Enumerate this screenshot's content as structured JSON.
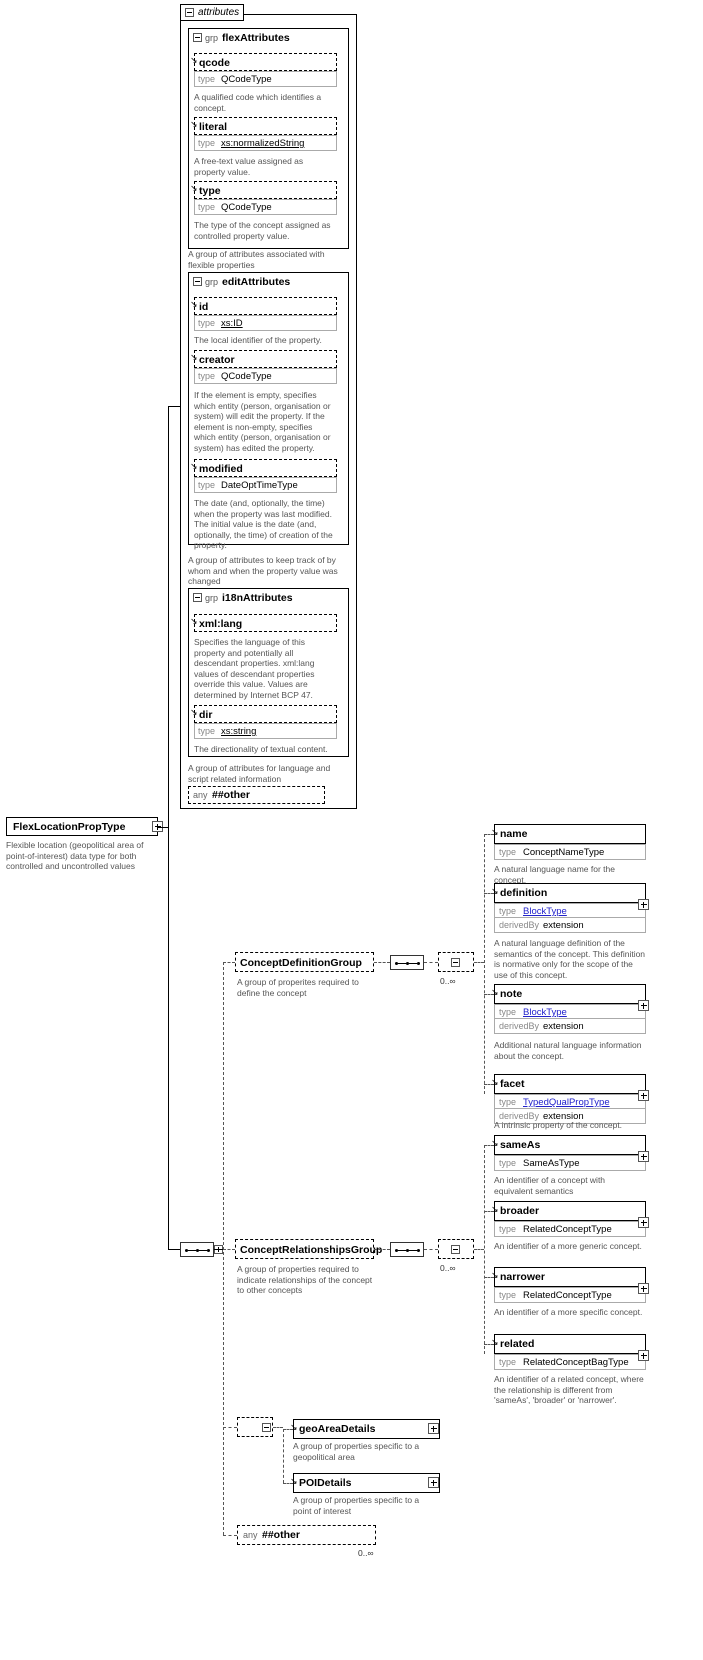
{
  "diagram": {
    "type": "xml-schema-diagram",
    "root": {
      "name": "FlexLocationPropType",
      "description": "Flexible location (geopolitical area of point-of-interest) data type for both controlled and uncontrolled values"
    },
    "attributes_panel": {
      "title": "attributes",
      "groups": [
        {
          "kind": "grp",
          "name": "flexAttributes",
          "description": "A group of attributes associated with flexible properties",
          "elements": [
            {
              "name": "qcode",
              "type_label": "type",
              "type_value": "QCodeType",
              "description": "A qualified code which identifies a concept."
            },
            {
              "name": "literal",
              "type_label": "type",
              "type_value": "xs:normalizedString",
              "description": "A free-text value assigned as property value."
            },
            {
              "name": "type",
              "type_label": "type",
              "type_value": "QCodeType",
              "description": "The type of the concept assigned as controlled property value."
            }
          ]
        },
        {
          "kind": "grp",
          "name": "editAttributes",
          "description": "A group of attributes to keep track of by whom and when the property value was changed",
          "elements": [
            {
              "name": "id",
              "type_label": "type",
              "type_value": "xs:ID",
              "description": "The local identifier of the property."
            },
            {
              "name": "creator",
              "type_label": "type",
              "type_value": "QCodeType",
              "description": "If the element is empty, specifies which entity (person, organisation or system) will edit the property. If the element is non-empty, specifies which entity (person, organisation or system) has edited the property."
            },
            {
              "name": "modified",
              "type_label": "type",
              "type_value": "DateOptTimeType",
              "description": "The date (and, optionally, the time) when the property was last modified. The initial value is the date (and, optionally, the time) of creation of the property."
            }
          ]
        },
        {
          "kind": "grp",
          "name": "i18nAttributes",
          "description": "A group of attributes for language and script related information",
          "elements": [
            {
              "name": "xml:lang",
              "type_label": "",
              "type_value": "",
              "description": "Specifies the language of this property and potentially all descendant properties. xml:lang values of descendant properties override this value. Values are determined by Internet BCP 47."
            },
            {
              "name": "dir",
              "type_label": "type",
              "type_value": "xs:string",
              "description": "The directionality of textual content."
            }
          ]
        }
      ],
      "any": {
        "label": "any",
        "value": "##other"
      }
    },
    "content_model": {
      "groups": [
        {
          "name": "ConceptDefinitionGroup",
          "description": "A group of properites required to define the concept",
          "occurs": "0..∞",
          "elements": [
            {
              "name": "name",
              "type_label": "type",
              "type_value": "ConceptNameType",
              "derived_label": "",
              "derived_value": "",
              "description": "A natural language name for the concept."
            },
            {
              "name": "definition",
              "type_label": "type",
              "type_value": "BlockType",
              "derived_label": "derivedBy",
              "derived_value": "extension",
              "description": "A natural language definition of the semantics of the concept. This definition is normative only for the scope of the use of this concept."
            },
            {
              "name": "note",
              "type_label": "type",
              "type_value": "BlockType",
              "derived_label": "derivedBy",
              "derived_value": "extension",
              "description": "Additional natural language information about the concept."
            },
            {
              "name": "facet",
              "type_label": "type",
              "type_value": "TypedQualPropType",
              "derived_label": "derivedBy",
              "derived_value": "extension",
              "description": "A intrinsic property of the concept."
            }
          ]
        },
        {
          "name": "ConceptRelationshipsGroup",
          "description": "A group of properties required to indicate relationships of the concept to other concepts",
          "occurs": "0..∞",
          "elements": [
            {
              "name": "sameAs",
              "type_label": "type",
              "type_value": "SameAsType",
              "derived_label": "",
              "derived_value": "",
              "description": "An identifier of a concept with equivalent semantics"
            },
            {
              "name": "broader",
              "type_label": "type",
              "type_value": "RelatedConceptType",
              "derived_label": "",
              "derived_value": "",
              "description": "An identifier of a more generic concept."
            },
            {
              "name": "narrower",
              "type_label": "type",
              "type_value": "RelatedConceptType",
              "derived_label": "",
              "derived_value": "",
              "description": "An identifier of a more specific concept."
            },
            {
              "name": "related",
              "type_label": "type",
              "type_value": "RelatedConceptBagType",
              "derived_label": "",
              "derived_value": "",
              "description": "An identifier of a related concept, where the relationship is different from 'sameAs', 'broader' or 'narrower'."
            }
          ]
        }
      ],
      "detail_elements": [
        {
          "name": "geoAreaDetails",
          "description": "A group of properties specific to a geopolitical area"
        },
        {
          "name": "POIDetails",
          "description": "A group of properties specific to a point of interest"
        }
      ],
      "any": {
        "label": "any",
        "value": "##other",
        "occurs": "0..∞"
      }
    }
  }
}
